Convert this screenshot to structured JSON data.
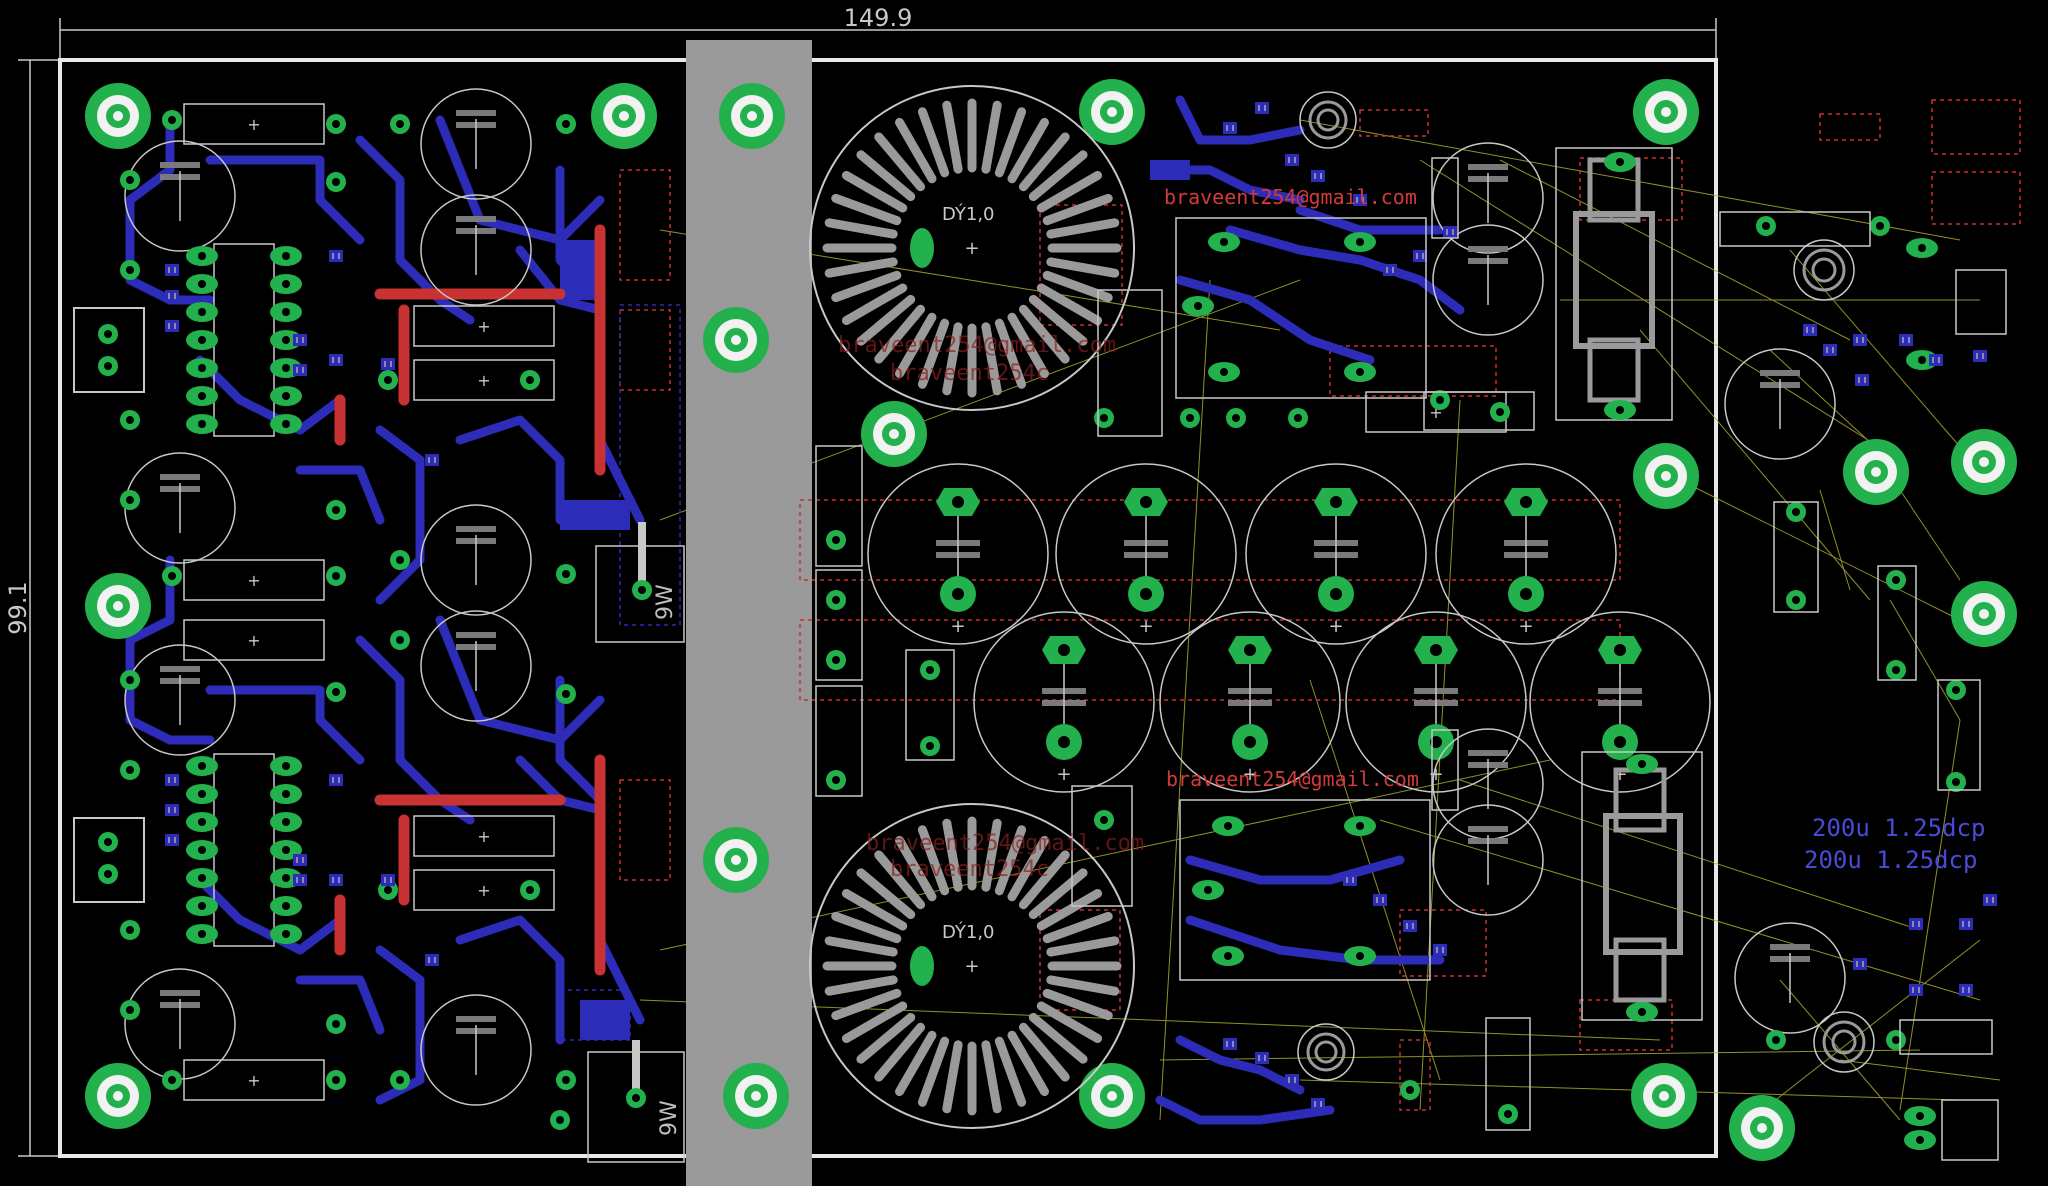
{
  "dimensions": {
    "width_label": "149.9",
    "height_label": "99.1"
  },
  "transformers": [
    {
      "id": "T1",
      "label": "DÝ1,0"
    },
    {
      "id": "T2",
      "label": "DÝ1,0"
    }
  ],
  "resistor_labels": {
    "upper": "9W",
    "lower": "9W"
  },
  "emails": {
    "right_top": "braveent254@gmail.com",
    "right_bottom": "braveent254@gmail.com",
    "ghost_top": "braveent254@gmail.com",
    "ghost_top_sub": "braveent254c",
    "ghost_bottom": "braveent254@gmail.com",
    "ghost_bottom_sub": "braveent254c"
  },
  "notes": {
    "line1": "200u 1.25dcp",
    "line2": "200u 1.25dcp"
  },
  "colors": {
    "background": "#000000",
    "board_outline": "#e8e8e8",
    "pad": "#22b14c",
    "top_copper": "#c83232",
    "bottom_copper": "#2c2cb8",
    "silkscreen": "#c8c8c8",
    "ratsnest": "#b4b434",
    "heatsink": "#9a9a9a"
  }
}
